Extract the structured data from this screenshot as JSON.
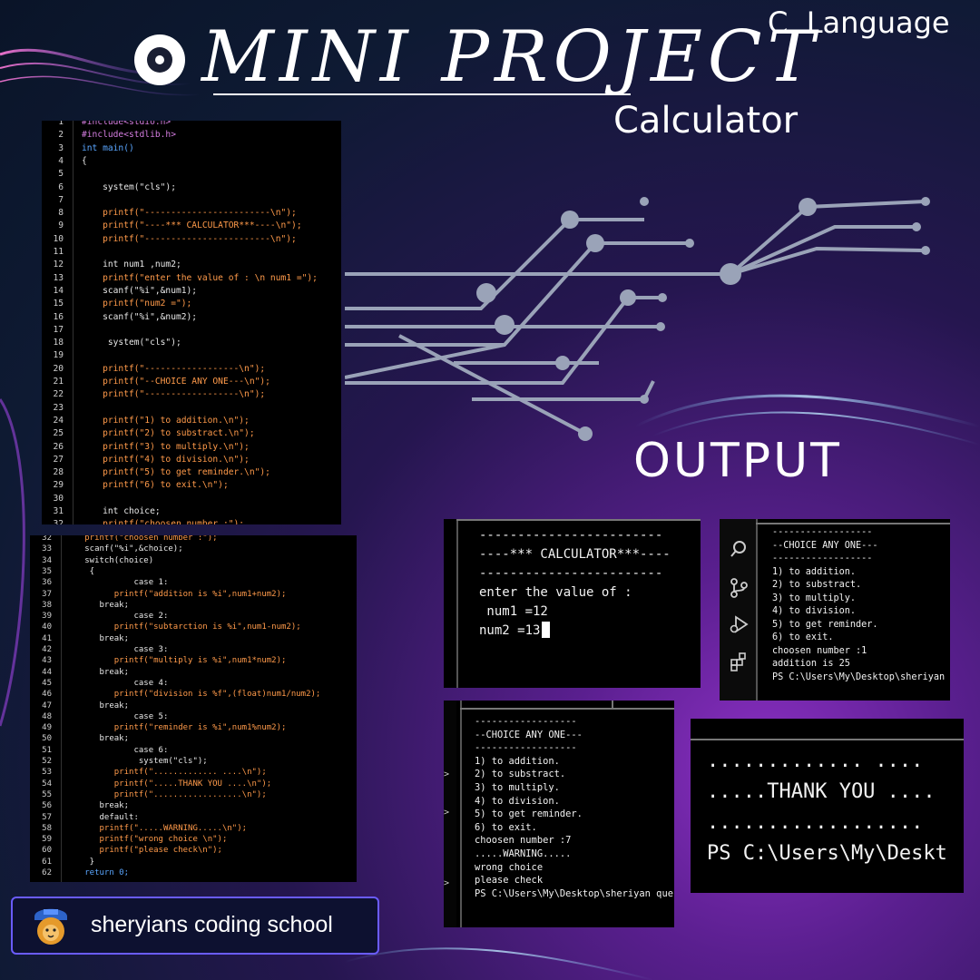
{
  "header": {
    "logo": "disc-logo",
    "title": "MINI PROJECT",
    "language": "C  Language",
    "subtitle": "Calculator",
    "output_heading": "OUTPUT"
  },
  "code_top": {
    "lines": [
      {
        "n": "1",
        "t": "#include<stdio.h>",
        "c": "pp"
      },
      {
        "n": "2",
        "t": "#include<stdlib.h>",
        "c": "pp"
      },
      {
        "n": "3",
        "t": "int main()",
        "c": "kw"
      },
      {
        "n": "4",
        "t": "{",
        "c": "txt"
      },
      {
        "n": "5",
        "t": "",
        "c": "txt"
      },
      {
        "n": "6",
        "t": "    system(\"cls\");",
        "c": "txt"
      },
      {
        "n": "7",
        "t": "",
        "c": "txt"
      },
      {
        "n": "8",
        "t": "    printf(\"------------------------\\n\");",
        "c": "str"
      },
      {
        "n": "9",
        "t": "    printf(\"----*** CALCULATOR***----\\n\");",
        "c": "str"
      },
      {
        "n": "10",
        "t": "    printf(\"------------------------\\n\");",
        "c": "str"
      },
      {
        "n": "11",
        "t": "",
        "c": "txt"
      },
      {
        "n": "12",
        "t": "    int num1 ,num2;",
        "c": "txt"
      },
      {
        "n": "13",
        "t": "    printf(\"enter the value of : \\n num1 =\");",
        "c": "str"
      },
      {
        "n": "14",
        "t": "    scanf(\"%i\",&num1);",
        "c": "txt"
      },
      {
        "n": "15",
        "t": "    printf(\"num2 =\");",
        "c": "str"
      },
      {
        "n": "16",
        "t": "    scanf(\"%i\",&num2);",
        "c": "txt"
      },
      {
        "n": "17",
        "t": "",
        "c": "txt"
      },
      {
        "n": "18",
        "t": "     system(\"cls\");",
        "c": "txt"
      },
      {
        "n": "19",
        "t": "",
        "c": "txt"
      },
      {
        "n": "20",
        "t": "    printf(\"------------------\\n\");",
        "c": "str"
      },
      {
        "n": "21",
        "t": "    printf(\"--CHOICE ANY ONE---\\n\");",
        "c": "str"
      },
      {
        "n": "22",
        "t": "    printf(\"------------------\\n\");",
        "c": "str"
      },
      {
        "n": "23",
        "t": "",
        "c": "txt"
      },
      {
        "n": "24",
        "t": "    printf(\"1) to addition.\\n\");",
        "c": "str"
      },
      {
        "n": "25",
        "t": "    printf(\"2) to substract.\\n\");",
        "c": "str"
      },
      {
        "n": "26",
        "t": "    printf(\"3) to multiply.\\n\");",
        "c": "str"
      },
      {
        "n": "27",
        "t": "    printf(\"4) to division.\\n\");",
        "c": "str"
      },
      {
        "n": "28",
        "t": "    printf(\"5) to get reminder.\\n\");",
        "c": "str"
      },
      {
        "n": "29",
        "t": "    printf(\"6) to exit.\\n\");",
        "c": "str"
      },
      {
        "n": "30",
        "t": "",
        "c": "txt"
      },
      {
        "n": "31",
        "t": "    int choice;",
        "c": "txt"
      },
      {
        "n": "32",
        "t": "    printf(\"choosen number :\");",
        "c": "str"
      }
    ]
  },
  "code_bottom": {
    "lines": [
      {
        "n": "32",
        "t": "   printf(\"choosen number :\");",
        "c": "str"
      },
      {
        "n": "33",
        "t": "   scanf(\"%i\",&choice);",
        "c": "txt"
      },
      {
        "n": "34",
        "t": "   switch(choice)",
        "c": "txt"
      },
      {
        "n": "35",
        "t": "    {",
        "c": "txt"
      },
      {
        "n": "36",
        "t": "             case 1:",
        "c": "txt"
      },
      {
        "n": "37",
        "t": "         printf(\"addition is %i\",num1+num2);",
        "c": "str"
      },
      {
        "n": "38",
        "t": "      break;",
        "c": "txt"
      },
      {
        "n": "39",
        "t": "             case 2:",
        "c": "txt"
      },
      {
        "n": "40",
        "t": "         printf(\"subtarction is %i\",num1-num2);",
        "c": "str"
      },
      {
        "n": "41",
        "t": "      break;",
        "c": "txt"
      },
      {
        "n": "42",
        "t": "             case 3:",
        "c": "txt"
      },
      {
        "n": "43",
        "t": "         printf(\"multiply is %i\",num1*num2);",
        "c": "str"
      },
      {
        "n": "44",
        "t": "      break;",
        "c": "txt"
      },
      {
        "n": "45",
        "t": "             case 4:",
        "c": "txt"
      },
      {
        "n": "46",
        "t": "         printf(\"division is %f\",(float)num1/num2);",
        "c": "str"
      },
      {
        "n": "47",
        "t": "      break;",
        "c": "txt"
      },
      {
        "n": "48",
        "t": "             case 5:",
        "c": "txt"
      },
      {
        "n": "49",
        "t": "         printf(\"reminder is %i\",num1%num2);",
        "c": "str"
      },
      {
        "n": "50",
        "t": "      break;",
        "c": "txt"
      },
      {
        "n": "51",
        "t": "             case 6:",
        "c": "txt"
      },
      {
        "n": "52",
        "t": "              system(\"cls\");",
        "c": "txt"
      },
      {
        "n": "53",
        "t": "         printf(\"............. ....\\n\");",
        "c": "str"
      },
      {
        "n": "54",
        "t": "         printf(\".....THANK YOU ....\\n\");",
        "c": "str"
      },
      {
        "n": "55",
        "t": "         printf(\"..................\\n\");",
        "c": "str"
      },
      {
        "n": "56",
        "t": "      break;",
        "c": "txt"
      },
      {
        "n": "57",
        "t": "      default:",
        "c": "txt"
      },
      {
        "n": "58",
        "t": "      printf(\".....WARNING.....\\n\");",
        "c": "str"
      },
      {
        "n": "59",
        "t": "      printf(\"wrong choice \\n\");",
        "c": "str"
      },
      {
        "n": "60",
        "t": "      printf(\"please check\\n\");",
        "c": "str"
      },
      {
        "n": "61",
        "t": "    }",
        "c": "txt"
      },
      {
        "n": "62",
        "t": "   return 0;",
        "c": "kw"
      }
    ]
  },
  "output_calc": {
    "lines": [
      "------------------------",
      "----*** CALCULATOR***----",
      "------------------------",
      "enter the value of :",
      " num1 =12",
      "num2 =13"
    ]
  },
  "output_addition": {
    "lines": [
      "------------------",
      "--CHOICE ANY ONE---",
      "------------------",
      "1) to addition.",
      "2) to substract.",
      "3) to multiply.",
      "4) to division.",
      "5) to get reminder.",
      "6) to exit.",
      "choosen number :1",
      "addition is 25",
      "PS C:\\Users\\My\\Desktop\\sheriyan q"
    ],
    "sidebar_icons": [
      "search-icon",
      "source-control-icon",
      "run-debug-icon",
      "extensions-icon"
    ]
  },
  "output_warning": {
    "lines": [
      "------------------",
      "--CHOICE ANY ONE---",
      "------------------",
      "1) to addition.",
      "2) to substract.",
      "3) to multiply.",
      "4) to division.",
      "5) to get reminder.",
      "6) to exit.",
      "choosen number :7",
      ".....WARNING.....",
      "wrong choice",
      "please check",
      "PS C:\\Users\\My\\Desktop\\sheriyan ques"
    ]
  },
  "output_thanks": {
    "lines": [
      "............. ....",
      ".....THANK YOU ....",
      "..................",
      "PS C:\\Users\\My\\Deskt"
    ]
  },
  "footer": {
    "label": "sheryians coding school",
    "avatar": "lion-avatar-icon"
  },
  "colors": {
    "keyword": "#5aa6ff",
    "string": "#ff9a4a",
    "preprocessor": "#d47de0",
    "circuit": "#9aa3b8"
  }
}
